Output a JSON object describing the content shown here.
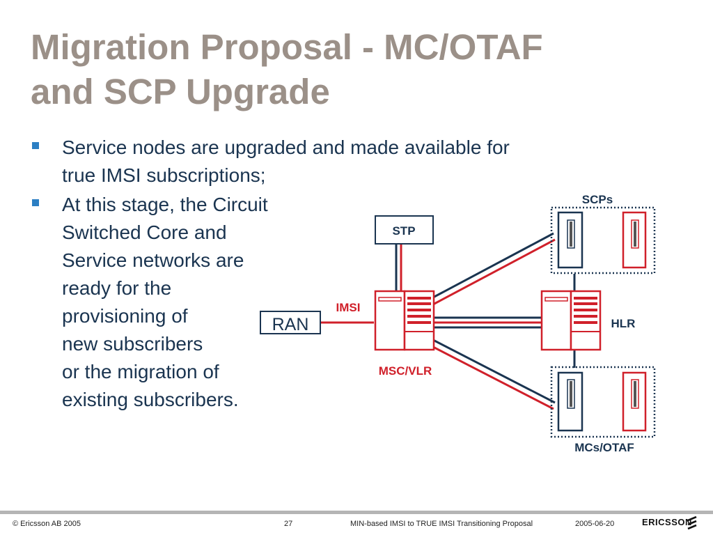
{
  "slide": {
    "title_lines": [
      "Migration Proposal - MC/OTAF",
      "and SCP Upgrade"
    ],
    "bullets": [
      {
        "lines": [
          "Service nodes are upgraded and made available for",
          "true IMSI subscriptions;"
        ]
      },
      {
        "lines": [
          "At this stage, the Circuit",
          "Switched Core and",
          "Service networks are",
          "ready for the",
          "provisioning of",
          "new subscribers",
          "or the migration of",
          "existing subscribers."
        ]
      }
    ]
  },
  "diagram": {
    "labels": {
      "scps": "SCPs",
      "stp": "STP",
      "imsi": "IMSI",
      "ran": "RAN",
      "hlr": "HLR",
      "msc_vlr": "MSC/VLR",
      "mcs_otaf": "MCs/OTAF"
    },
    "colors": {
      "red": "#d0202a",
      "navy": "#1a3450",
      "grey": "#888888"
    }
  },
  "footer": {
    "copyright": "© Ericsson AB 2005",
    "page": "27",
    "doc_title": "MIN-based IMSI to TRUE IMSI Transitioning Proposal",
    "date": "2005-06-20",
    "logo_text": "ERICSSON"
  }
}
